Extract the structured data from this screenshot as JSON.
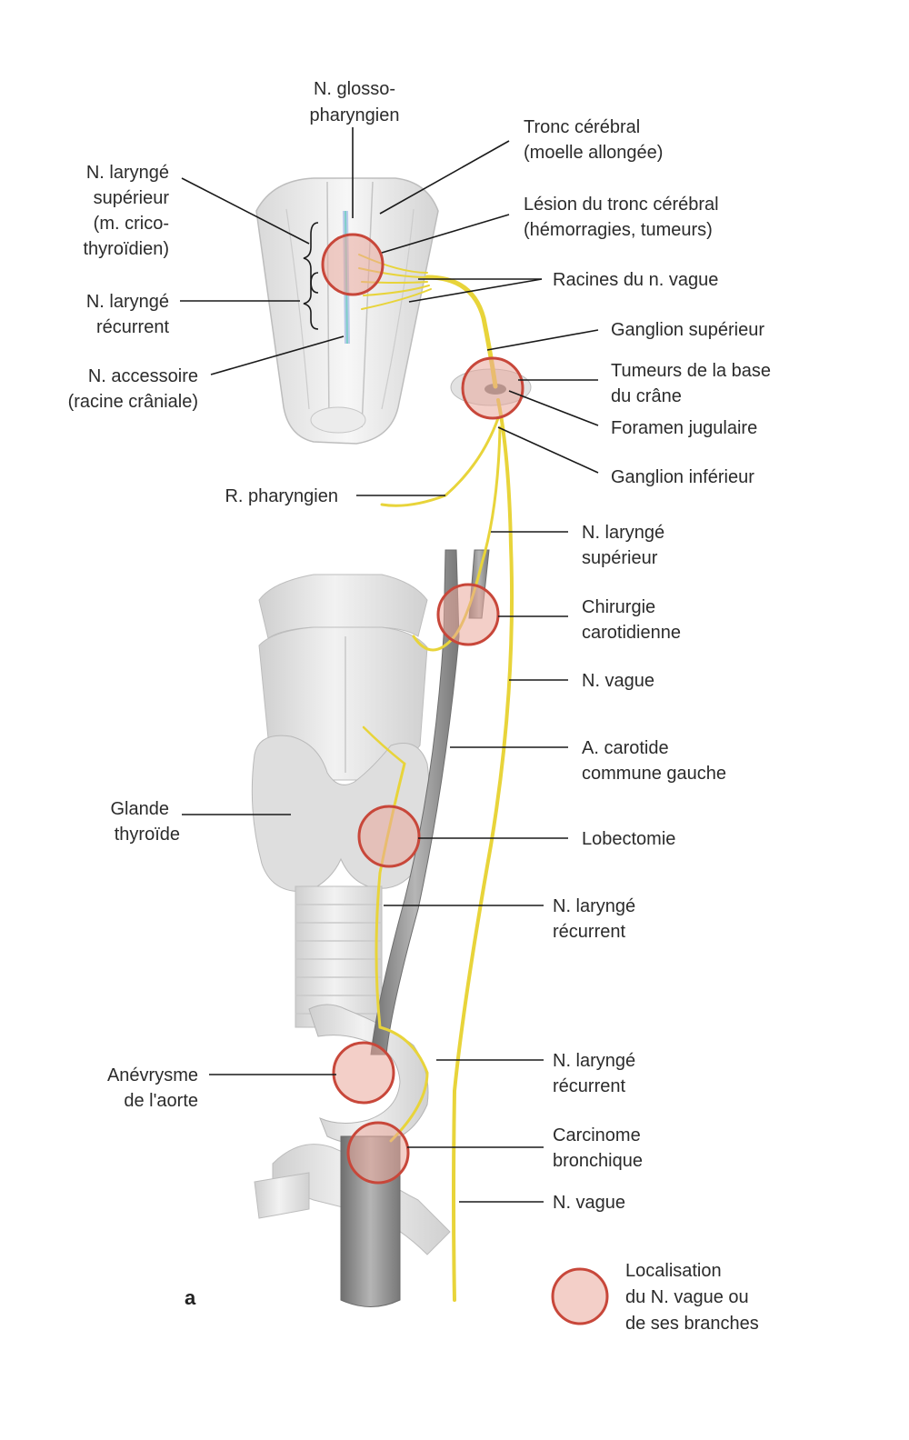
{
  "figure_tag": "a",
  "labels": {
    "glosso_1": "N. glosso-",
    "glosso_2": "pharyngien",
    "tronc_1": "Tronc cérébral",
    "tronc_2": "(moelle allongée)",
    "lesion_1": "Lésion du tronc cérébral",
    "lesion_2": "(hémorragies, tumeurs)",
    "racines": "Racines du n. vague",
    "ganglion_sup": "Ganglion supérieur",
    "tumeurs_1": "Tumeurs de la base",
    "tumeurs_2": "du crâne",
    "foramen": "Foramen jugulaire",
    "ganglion_inf": "Ganglion inférieur",
    "lar_sup_l_1": "N. laryngé",
    "lar_sup_l_2": "supérieur",
    "lar_sup_l_3": "(m. crico-",
    "lar_sup_l_4": "thyroïdien)",
    "lar_rec_l_1": "N. laryngé",
    "lar_rec_l_2": "récurrent",
    "accessoire_1": "N. accessoire",
    "accessoire_2": "(racine crâniale)",
    "r_pharyngien": "R. pharyngien",
    "lar_sup_r_1": "N. laryngé",
    "lar_sup_r_2": "supérieur",
    "chirurgie_1": "Chirurgie",
    "chirurgie_2": "carotidienne",
    "vague_1": "N. vague",
    "carotide_1": "A. carotide",
    "carotide_2": "commune gauche",
    "glande_1": "Glande",
    "glande_2": "thyroïde",
    "lobectomie": "Lobectomie",
    "lar_rec_r1_1": "N. laryngé",
    "lar_rec_r1_2": "récurrent",
    "anevrysme_1": "Anévrysme",
    "anevrysme_2": "de l'aorte",
    "lar_rec_r2_1": "N. laryngé",
    "lar_rec_r2_2": "récurrent",
    "carcinome_1": "Carcinome",
    "carcinome_2": "bronchique",
    "vague_2": "N. vague"
  },
  "legend": {
    "line_1": "Localisation",
    "line_2": "du N. vague ou",
    "line_3": "de ses branches"
  },
  "colors": {
    "nerve": "#e8d43a",
    "lesion_fill": "#e9a79a",
    "lesion_stroke": "#c8473a",
    "tissue": "#e6e6e6",
    "artery": "#8c8c8c"
  }
}
